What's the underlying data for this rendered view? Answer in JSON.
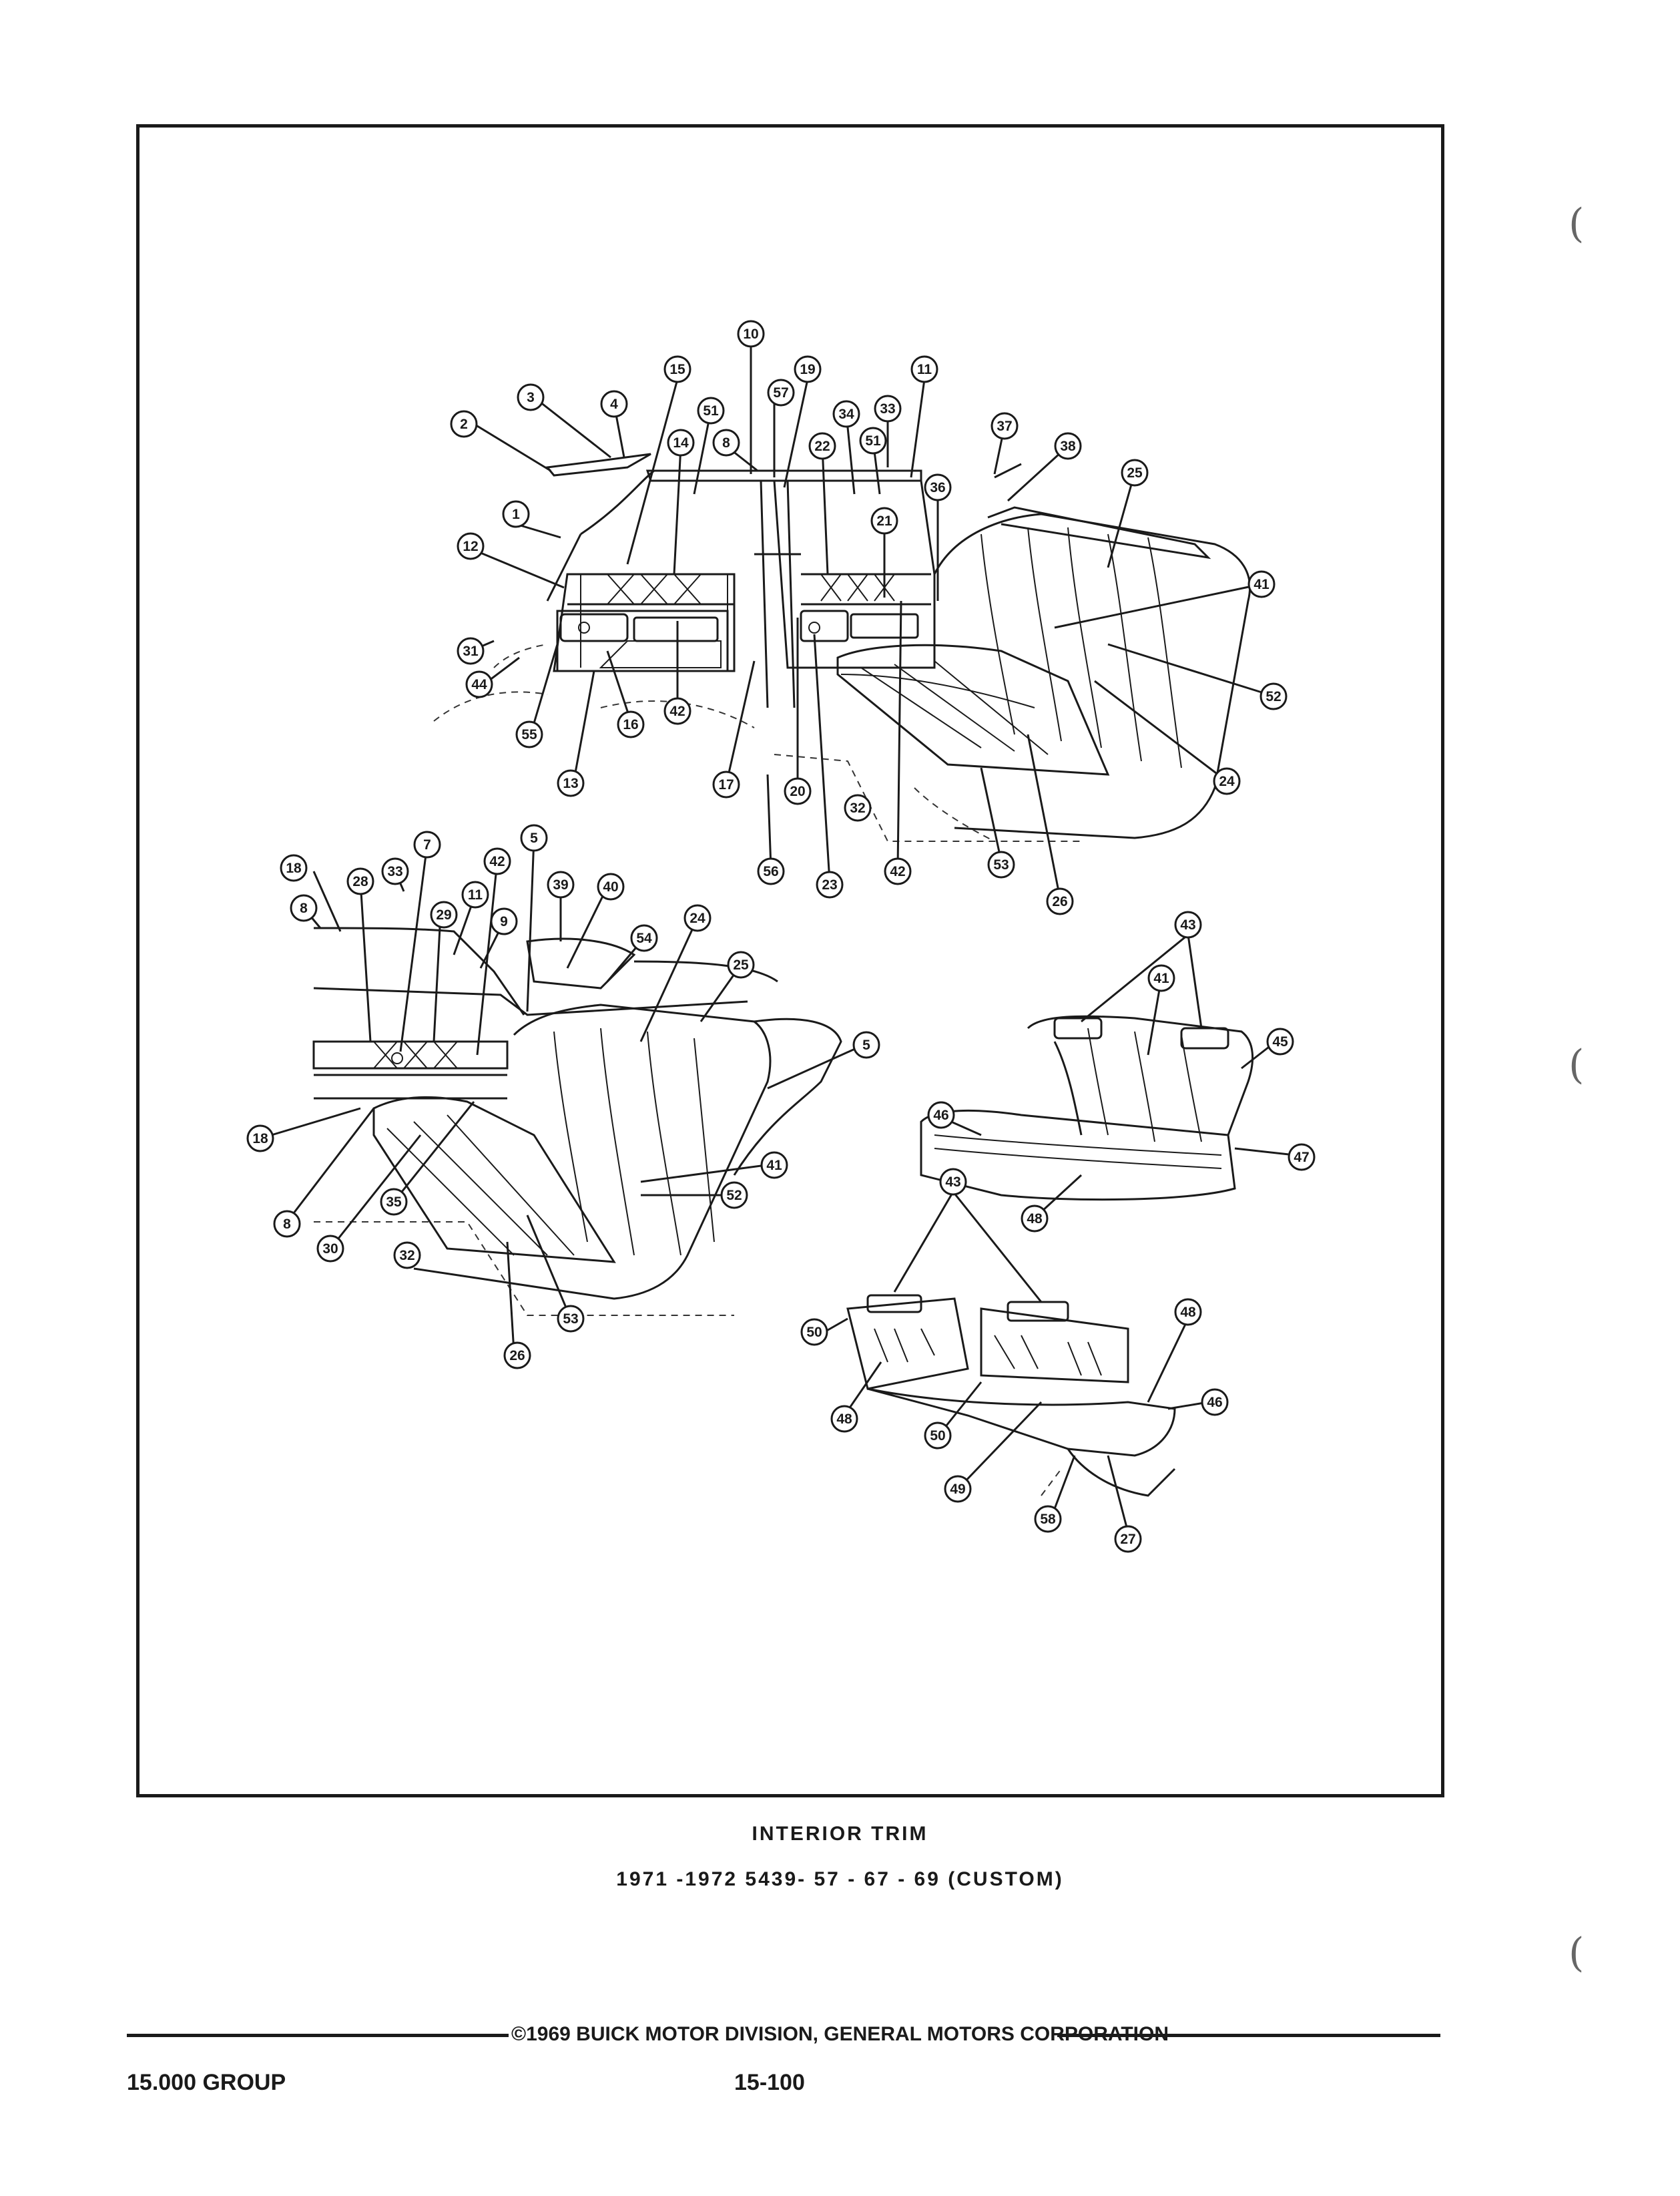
{
  "caption": {
    "title": "INTERIOR TRIM",
    "subtitle": "1971 -1972 5439- 57 - 67 - 69   (CUSTOM)"
  },
  "copyright": "©1969 BUICK MOTOR DIVISION, GENERAL MOTORS CORPORATION",
  "footer": {
    "group": "15.000 GROUP",
    "page": "15-100"
  },
  "diagram": {
    "views": [
      "coupe-interior-top",
      "convertible-interior-left",
      "bench-seat-right",
      "split-seat-right"
    ],
    "callouts": {
      "top": [
        "10",
        "15",
        "57",
        "19",
        "11",
        "3",
        "4",
        "2",
        "51",
        "14",
        "8",
        "34",
        "33",
        "22",
        "51",
        "1",
        "36",
        "37",
        "38",
        "25",
        "12",
        "21",
        "41",
        "31",
        "44",
        "52",
        "55",
        "16",
        "42",
        "13",
        "17",
        "20",
        "32",
        "24",
        "56",
        "23",
        "42",
        "53",
        "26"
      ],
      "left": [
        "18",
        "8",
        "28",
        "33",
        "7",
        "42",
        "5",
        "11",
        "29",
        "9",
        "39",
        "40",
        "54",
        "24",
        "25",
        "5",
        "18",
        "41",
        "35",
        "52",
        "8",
        "30",
        "32",
        "26",
        "53"
      ],
      "bench": [
        "43",
        "41",
        "45",
        "46",
        "47",
        "48"
      ],
      "split": [
        "43",
        "48",
        "50",
        "46",
        "48",
        "50",
        "49",
        "58",
        "27"
      ]
    }
  }
}
